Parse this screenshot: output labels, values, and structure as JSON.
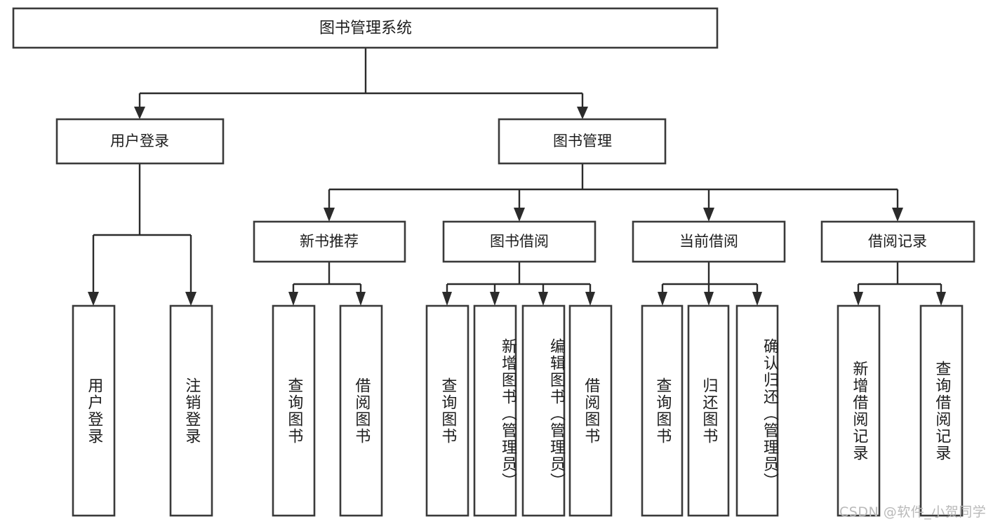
{
  "diagram": {
    "type": "tree",
    "title": "图书管理系统",
    "root": {
      "id": "root",
      "label": "图书管理系统"
    },
    "level2": [
      {
        "id": "user-login",
        "label": "用户登录"
      },
      {
        "id": "book-manage",
        "label": "图书管理"
      }
    ],
    "level3": [
      {
        "id": "new-book-rec",
        "label": "新书推荐",
        "parent": "book-manage"
      },
      {
        "id": "book-borrow",
        "label": "图书借阅",
        "parent": "book-manage"
      },
      {
        "id": "current-borrow",
        "label": "当前借阅",
        "parent": "book-manage"
      },
      {
        "id": "borrow-record",
        "label": "借阅记录",
        "parent": "book-manage"
      }
    ],
    "leaves": [
      {
        "id": "leaf-user-login",
        "label": "用户登录",
        "parent": "user-login"
      },
      {
        "id": "leaf-user-logout",
        "label": "注销登录",
        "parent": "user-login"
      },
      {
        "id": "leaf-query-book-1",
        "label": "查询图书",
        "parent": "new-book-rec"
      },
      {
        "id": "leaf-borrow-book-1",
        "label": "借阅图书",
        "parent": "new-book-rec"
      },
      {
        "id": "leaf-query-book-2",
        "label": "查询图书",
        "parent": "book-borrow"
      },
      {
        "id": "leaf-add-book",
        "label": "新增图书（管理员）",
        "parent": "book-borrow"
      },
      {
        "id": "leaf-edit-book",
        "label": "编辑图书（管理员）",
        "parent": "book-borrow"
      },
      {
        "id": "leaf-borrow-book-2",
        "label": "借阅图书",
        "parent": "book-borrow"
      },
      {
        "id": "leaf-query-book-3",
        "label": "查询图书",
        "parent": "current-borrow"
      },
      {
        "id": "leaf-return-book",
        "label": "归还图书",
        "parent": "current-borrow"
      },
      {
        "id": "leaf-confirm-return",
        "label": "确认归还（管理员）",
        "parent": "current-borrow"
      },
      {
        "id": "leaf-add-record",
        "label": "新增借阅记录",
        "parent": "borrow-record"
      },
      {
        "id": "leaf-query-record",
        "label": "查询借阅记录",
        "parent": "borrow-record"
      }
    ],
    "colors": {
      "background": "#ffffff",
      "box_border": "#3a3a3a",
      "connector": "#2b2b2b",
      "text": "#1d1d1d",
      "watermark": "#b9b9b9"
    }
  },
  "watermark": {
    "text": "CSDN @软件_小贺同学"
  }
}
